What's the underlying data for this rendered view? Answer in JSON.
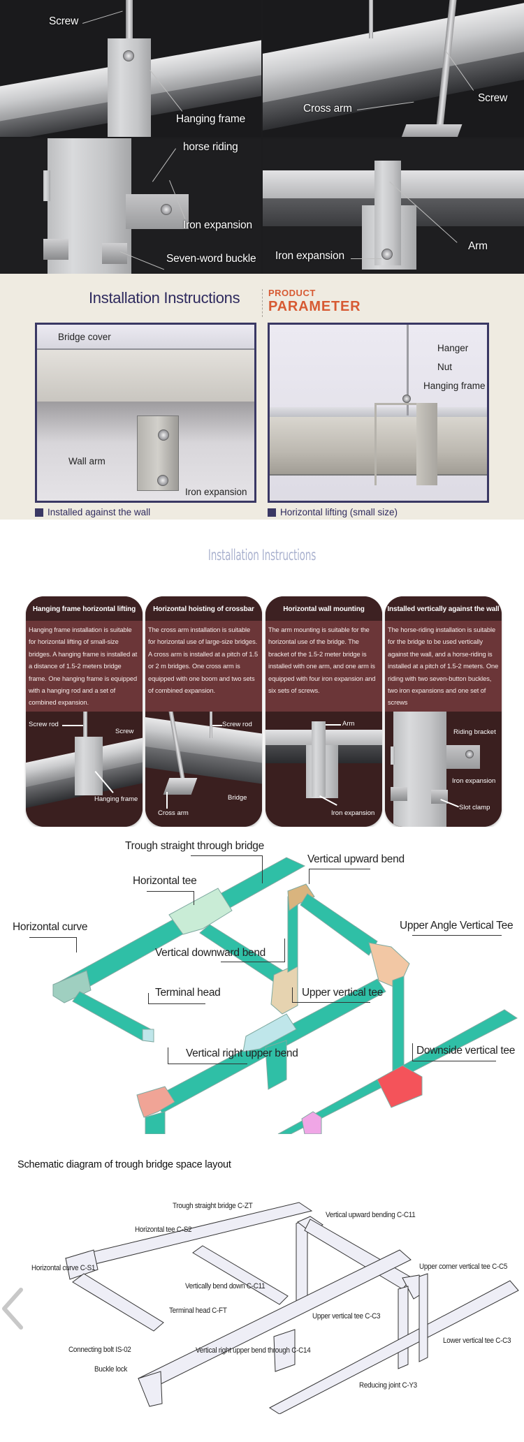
{
  "photo_grid": {
    "panels": [
      {
        "id": "top-left",
        "labels": [
          "Screw",
          "Hanging frame"
        ]
      },
      {
        "id": "top-right",
        "labels": [
          "Cross arm",
          "Screw"
        ]
      },
      {
        "id": "bottom-left",
        "labels": [
          "horse riding",
          "Iron expansion",
          "Seven-word buckle"
        ]
      },
      {
        "id": "bottom-right",
        "labels": [
          "Iron expansion",
          "Arm"
        ]
      }
    ]
  },
  "install_params": {
    "title": "Installation Instructions",
    "product": "PRODUCT",
    "parameter": "PARAMETER",
    "left_panel": {
      "labels": [
        "Bridge cover",
        "Wall arm",
        "Iron expansion"
      ],
      "caption": "Installed against the wall"
    },
    "right_panel": {
      "labels": [
        "Hanger",
        "Nut",
        "Hanging frame"
      ],
      "caption": "Horizontal lifting (small size)"
    },
    "colors": {
      "title": "#2e2a5e",
      "accent": "#d75a33",
      "frame": "#3a3864",
      "background": "#efebe1"
    }
  },
  "cards_section": {
    "title": "Installation Instructions",
    "cards": [
      {
        "heading": "Hanging frame horizontal lifting",
        "body": "Hanging frame installation is suitable for horizontal lifting of small-size bridges. A hanging frame is installed at a distance of 1.5-2 meters bridge frame. One hanging frame is equipped with a hanging rod and a set of combined expansion.",
        "labels": [
          "Screw rod",
          "Screw",
          "Hanging frame"
        ]
      },
      {
        "heading": "Horizontal hoisting of crossbar",
        "body": "The cross arm installation is suitable for horizontal use of large-size bridges. A cross arm is installed at a pitch of 1.5 or 2 m bridges. One cross arm is equipped with one boom and two sets of combined expansion.",
        "labels": [
          "Screw rod",
          "Bridge",
          "Cross arm"
        ]
      },
      {
        "heading": "Horizontal wall mounting",
        "body": "The arm mounting is suitable for the horizontal use of the bridge. The bracket of the 1.5-2 meter bridge is installed with one arm, and one arm is equipped with four iron expansion and six sets of screws.",
        "labels": [
          "Arm",
          "Iron expansion"
        ]
      },
      {
        "heading": "Installed vertically against the wall",
        "body": "The horse-riding installation is suitable for the bridge to be used vertically against the wall, and a horse-riding is installed at a pitch of 1.5-2 meters. One riding with two seven-button buckles, two iron expansions and one set of screws",
        "labels": [
          "Riding bracket",
          "Iron expansion",
          "Slot clamp"
        ]
      }
    ],
    "colors": {
      "title": "#aab2cf",
      "triangle": "#e0303a",
      "card_head": "#3d2122",
      "card_body": "#6b3638"
    }
  },
  "color_diagram": {
    "labels": [
      "Trough straight through bridge",
      "Vertical upward bend",
      "Horizontal tee",
      "Horizontal curve",
      "Upper Angle Vertical Tee",
      "Vertical downward bend",
      "Terminal head",
      "Upper vertical tee",
      "Vertical right upper bend",
      "Downside vertical tee"
    ],
    "colors": {
      "trough": "#2fbfa6",
      "horizontal_tee": "#c9ecd6",
      "horizontal_curve": "#9fcfc0",
      "vertical_upward_bend": "#d9b47e",
      "upper_angle_vertical_tee": "#f2c7a4",
      "vertical_downward_bend": "#e6d3b0",
      "upper_vertical_tee": "#bfe6ea",
      "vertical_right_upper_bend": "#f0a496",
      "downside_vertical_tee": "#f4535a",
      "reducer": "#f0a6e6"
    }
  },
  "schematic": {
    "title": "Schematic diagram of trough bridge space layout",
    "labels": [
      "Trough straight bridge C-ZT",
      "Vertical upward bending C-C11",
      "Horizontal tee C-S2",
      "Horizontal curve C-S1",
      "Upper corner vertical tee C-C5",
      "Vertically bend down C-C11",
      "Terminal head C-FT",
      "Upper vertical tee C-C3",
      "Connecting bolt IS-02",
      "Vertical right upper bend through C-C14",
      "Lower vertical tee C-C3",
      "Buckle lock",
      "Reducing joint C-Y3"
    ]
  },
  "carousel": {
    "prev_icon": "chevron-left-icon"
  }
}
